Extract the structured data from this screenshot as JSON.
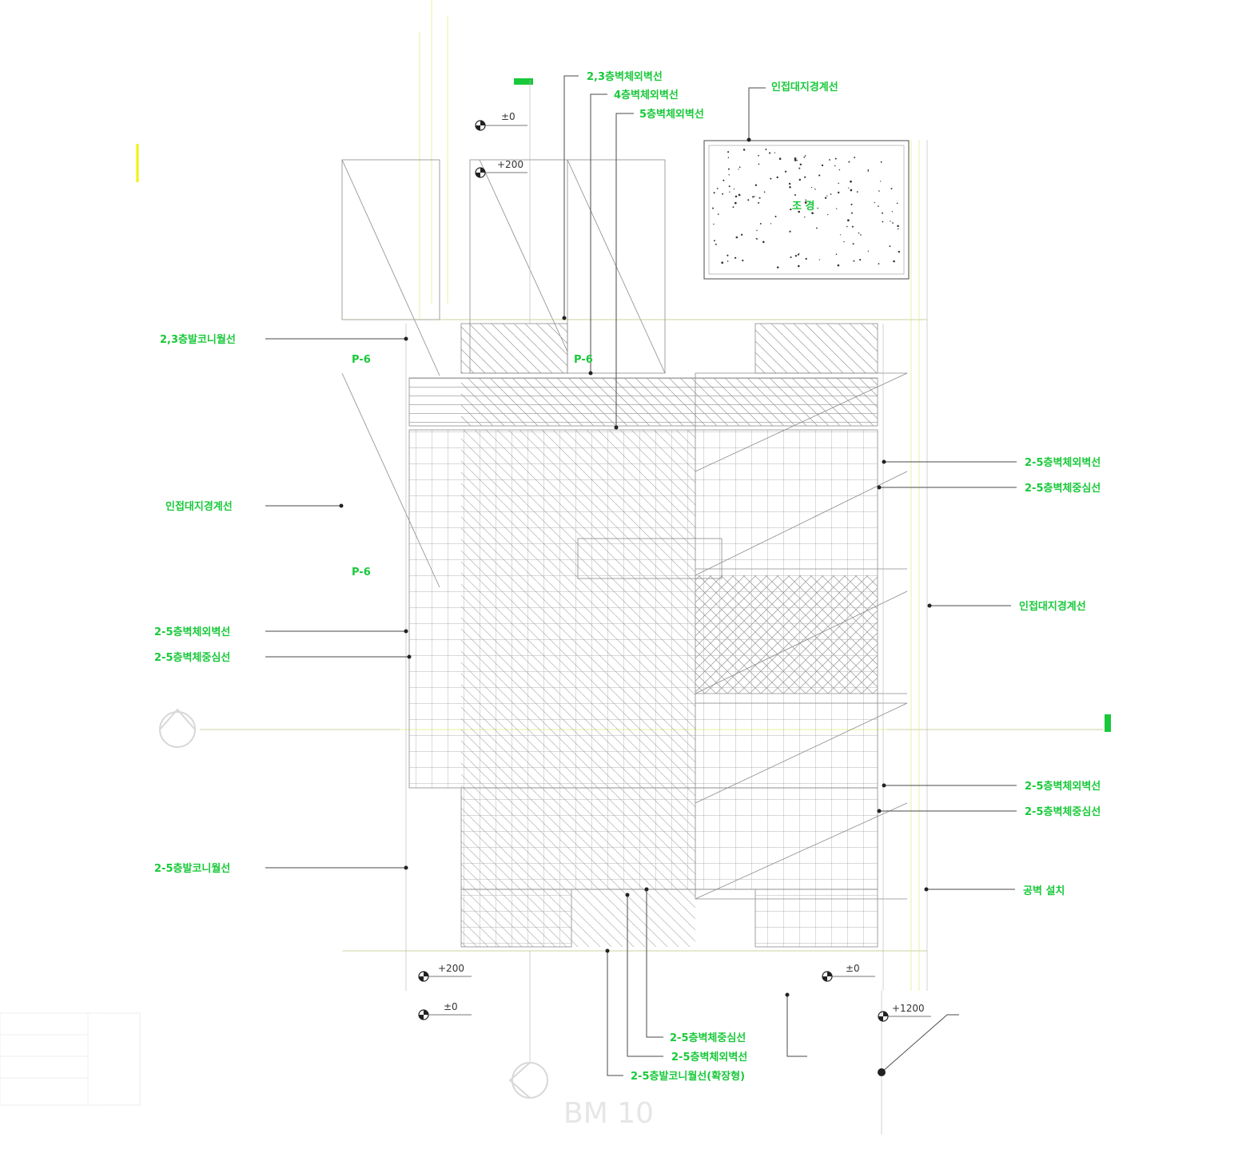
{
  "labels": {
    "floor23_outer_wall": "2,3층벽체외벽선",
    "floor4_outer_wall": "4층벽체외벽선",
    "floor5_outer_wall": "5층벽체외벽선",
    "adjacent_boundary_top": "인접대지경계선",
    "landscape": "조 경",
    "balcony23": "2,3층발코니월선",
    "p6_a": "P-6",
    "p6_b": "P-6",
    "p6_c": "P-6",
    "adjacent_boundary_left": "인접대지경계선",
    "right_outer_1": "2-5층벽체외벽선",
    "right_center_1": "2-5층벽체중심선",
    "adjacent_boundary_right": "인접대지경계선",
    "left_outer": "2-5층벽체외벽선",
    "left_center": "2-5층벽체중심선",
    "right_outer_2": "2-5층벽체외벽선",
    "right_center_2": "2-5층벽체중심선",
    "left_balcony": "2-5층발코니월선",
    "party_wall": "공벽 설치",
    "bottom_center": "2-5층벽체중심선",
    "bottom_outer": "2-5층벽체외벽선",
    "bottom_balcony": "2-5층발코니월선(확장형)",
    "bm": "BM 10"
  },
  "levels": {
    "top_zero": "±0",
    "top_plus200": "+200",
    "bottom_plus200": "+200",
    "bottom_zero": "±0",
    "bottom_right_zero": "±0",
    "bottom_right_plus1200": "+1200"
  },
  "colors": {
    "label_green": "#19c93a",
    "marker_yellow": "#f2f200",
    "hatch_gray": "#8a8a8a",
    "leader_dark": "#4a4a4a"
  },
  "icons": {
    "level_marker": "level-marker-icon",
    "section_marker": "section-marker-icon"
  }
}
